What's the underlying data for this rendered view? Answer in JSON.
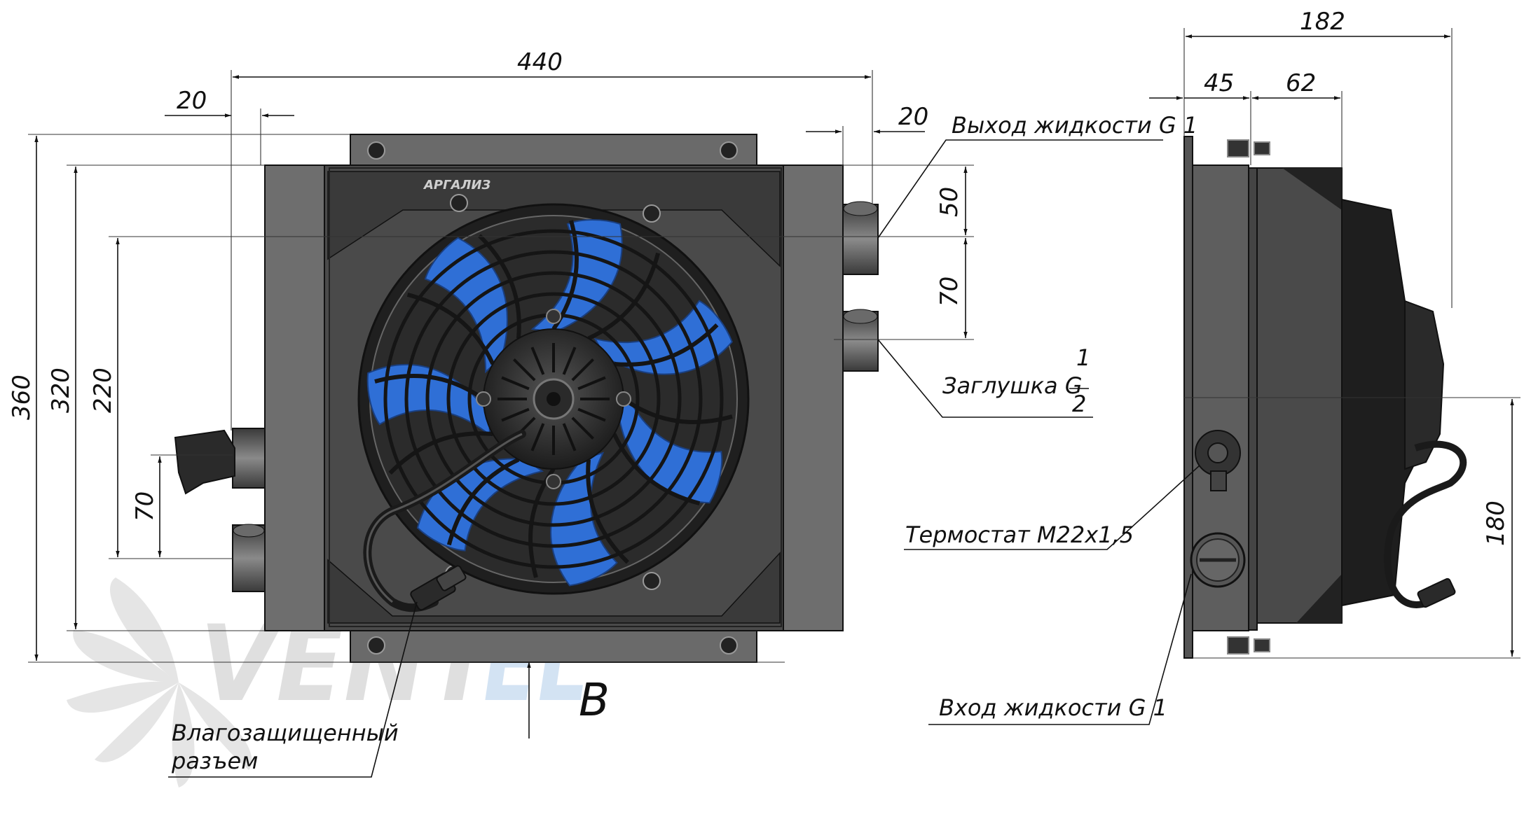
{
  "dimensions": {
    "width_total": "440",
    "flange_left": "20",
    "flange_right": "20",
    "height_total": "360",
    "height_core": "320",
    "height_ports": "220",
    "height_lower_port": "70",
    "port_spacing_top": "50",
    "port_spacing_mid": "70",
    "depth_total": "182",
    "depth_core": "45",
    "depth_fan": "62",
    "height_side": "180"
  },
  "labels": {
    "outlet": "Выход жидкости G 1",
    "plug_prefix": "Заглушка G",
    "plug_num": "1",
    "plug_den": "2",
    "thermostat": "Термостат М22х1,5",
    "inlet": "Вход жидкости G 1",
    "connector_line1": "Влагозащищенный",
    "connector_line2": "разъем",
    "view": "В",
    "nameplate": "АРГАЛИЗ",
    "watermark_a": "VENT",
    "watermark_b": "EL"
  },
  "colors": {
    "body": "#5a5a5a",
    "body_dark": "#2e2e2e",
    "fan_blade": "#2f6fd6",
    "watermark": "#dcdcdc",
    "watermark_accent": "#cfe0f2"
  }
}
